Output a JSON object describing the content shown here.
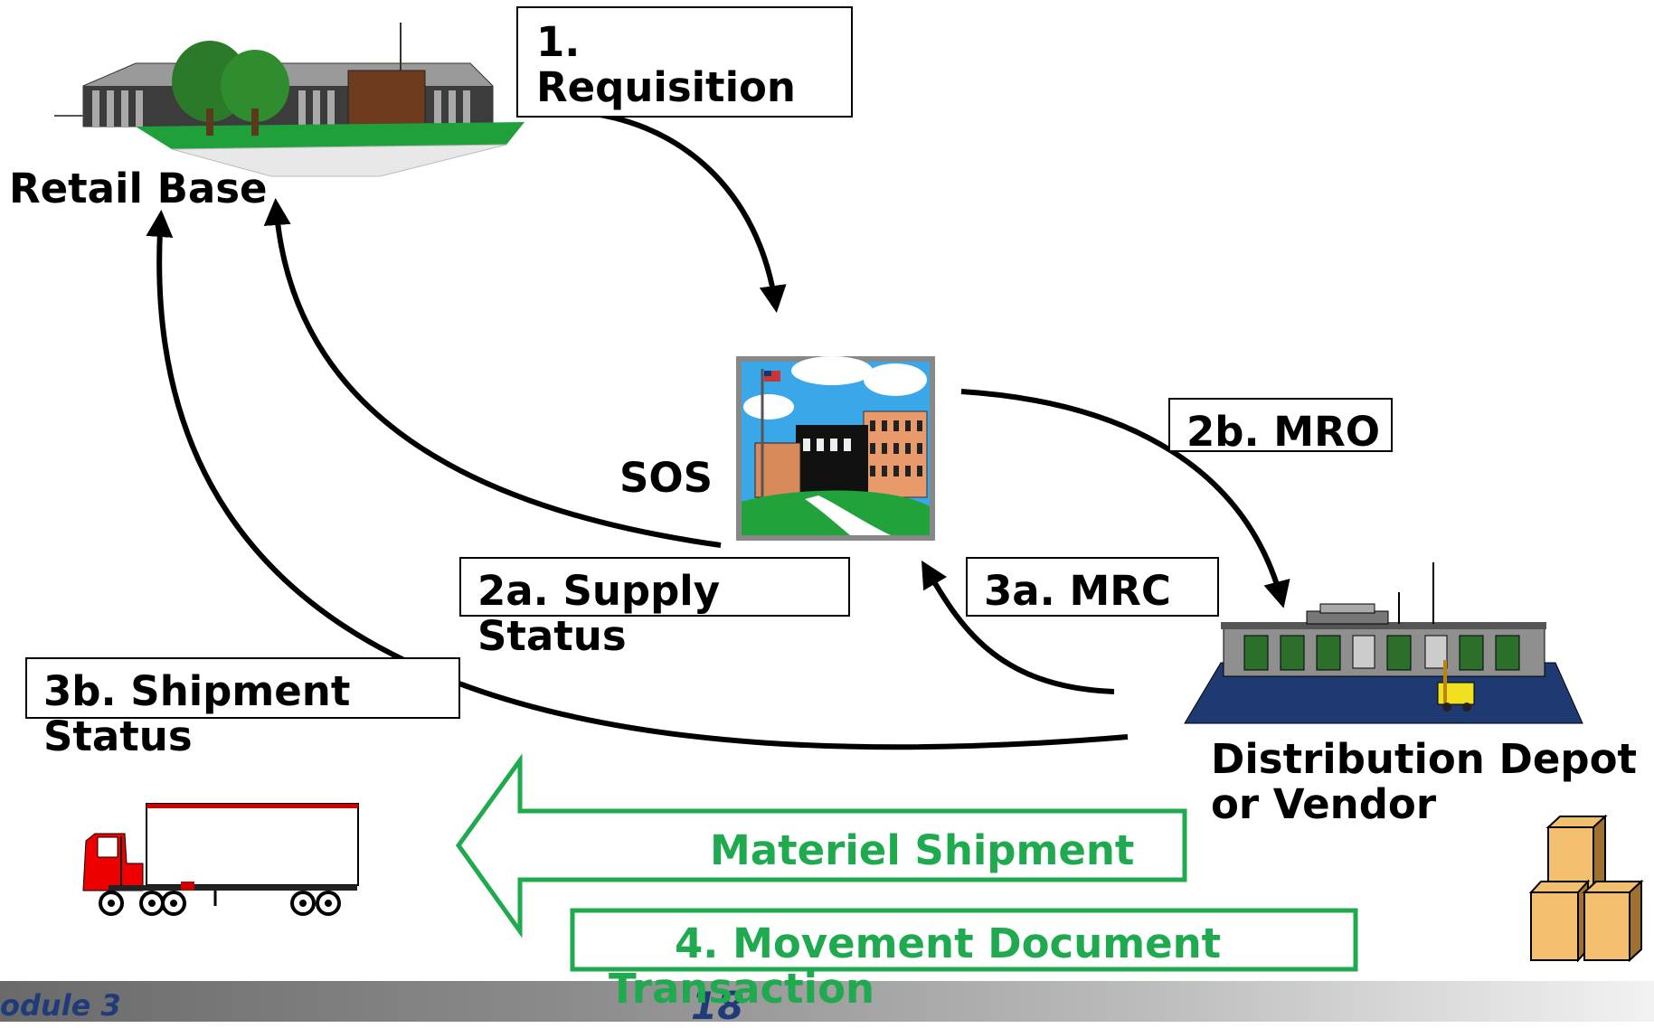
{
  "nodes": {
    "retail_base": "Retail Base",
    "sos": "SOS",
    "depot_line1": "Distribution Depot",
    "depot_line2": "or Vendor"
  },
  "steps": {
    "s1_line1": "1.",
    "s1_line2": "Requisition",
    "s2a_line1": "2a.  Supply",
    "s2a_line2": "Status",
    "s2b": "2b.  MRO",
    "s3a": "3a.  MRC",
    "s3b_line1": "3b.  Shipment",
    "s3b_line2": "Status",
    "materiel": "Materiel Shipment",
    "s4_line1": "4. Movement Document",
    "s4_line2": "Transaction"
  },
  "footer": {
    "module": "odule 3",
    "page": "18"
  },
  "colors": {
    "arrow": "#000000",
    "green": "#1faa4f",
    "footer_text": "#1f3b78",
    "depot_floor": "#1f3a72"
  }
}
